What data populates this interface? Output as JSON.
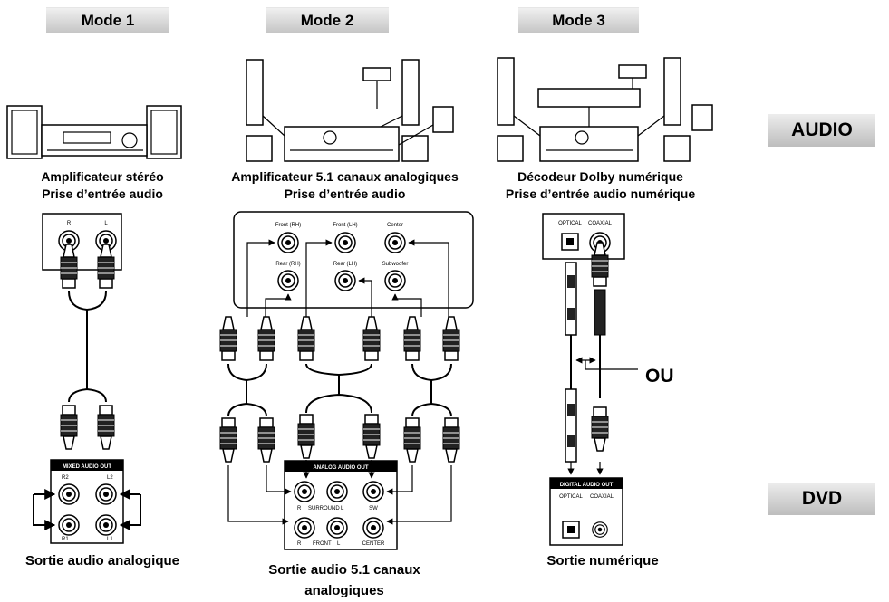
{
  "modes": [
    {
      "tab": "Mode 1",
      "caption_lines": [
        "Amplificateur stéréo",
        "Prise d’entrée audio"
      ],
      "jacks": [
        "R",
        "L"
      ],
      "out_panel": "MIXED AUDIO OUT",
      "out_jacks": [
        "R2",
        "L2",
        "R1",
        "L1"
      ],
      "output_label": [
        "Sortie audio analogique"
      ]
    },
    {
      "tab": "Mode 2",
      "caption_lines": [
        "Amplificateur 5.1 canaux analogiques",
        "Prise d’entrée audio"
      ],
      "jacks": [
        "Front (RH)",
        "Front (LH)",
        "Center",
        "Rear (RH)",
        "Rear (LH)",
        "Subwoofer"
      ],
      "out_panel": "ANALOG AUDIO OUT",
      "out_jacks": [
        "R",
        "SURROUND",
        "L",
        "SW",
        "R",
        "FRONT",
        "L",
        "CENTER"
      ],
      "output_label": [
        "Sortie audio 5.1 canaux",
        "analogiques"
      ]
    },
    {
      "tab": "Mode 3",
      "caption_lines": [
        "Décodeur Dolby numérique",
        "Prise d’entrée audio numérique"
      ],
      "jacks": [
        "OPTICAL",
        "COAXIAL"
      ],
      "out_panel": "DIGITAL AUDIO OUT",
      "out_jacks": [
        "OPTICAL",
        "COAXIAL"
      ],
      "output_label": [
        "Sortie numérique"
      ]
    }
  ],
  "or_label": "OU",
  "side": {
    "audio": "AUDIO",
    "dvd": "DVD"
  }
}
